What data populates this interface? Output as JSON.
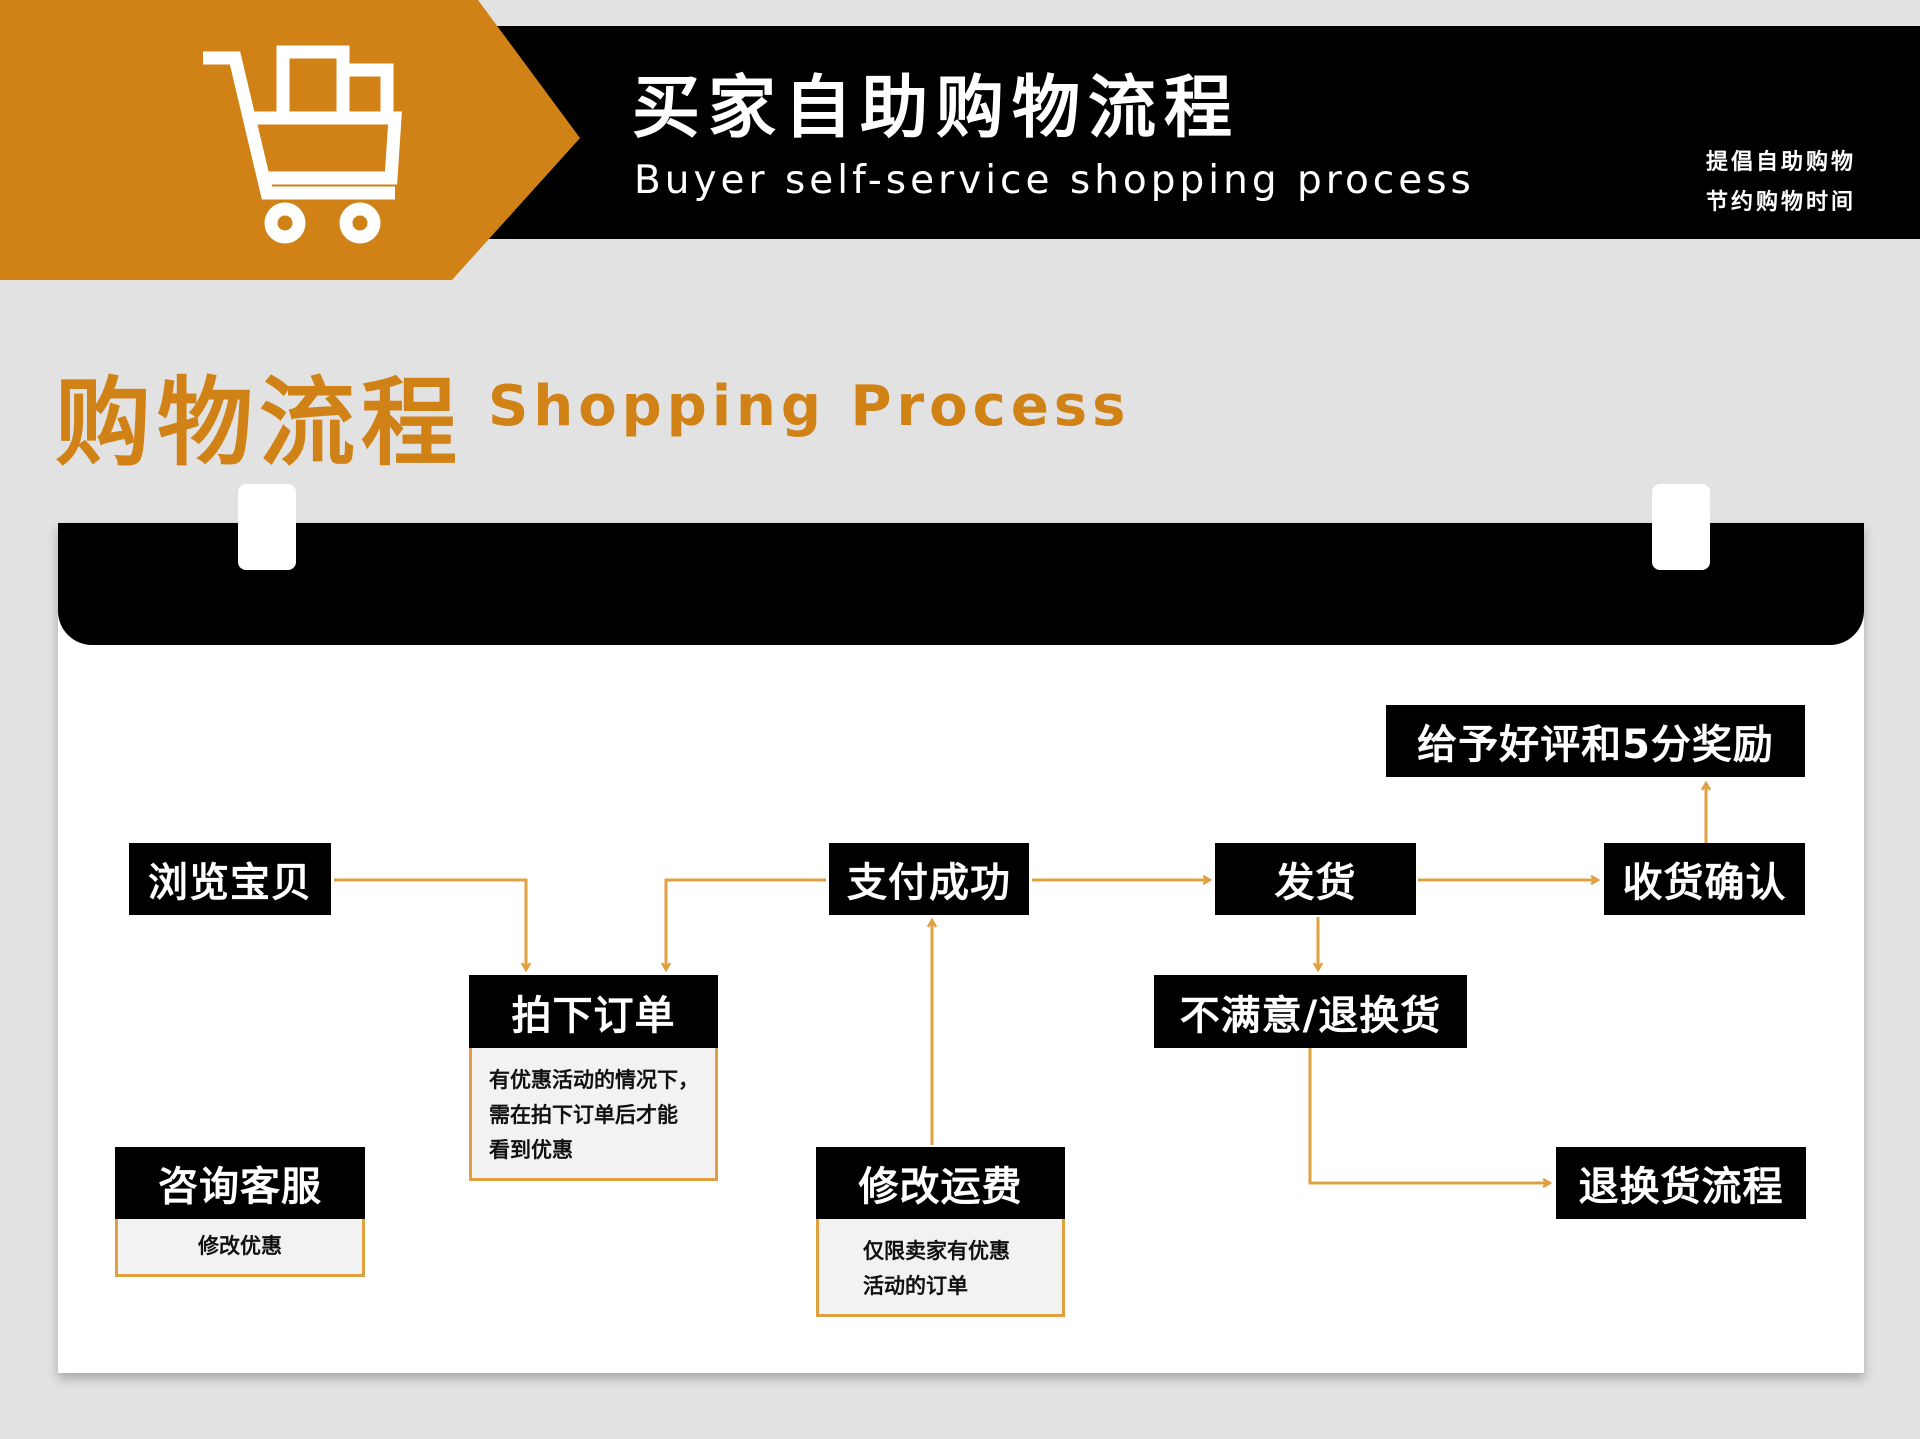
{
  "header": {
    "title_cn": "买家自助购物流程",
    "title_en": "Buyer self-service shopping process",
    "slogan_line1": "提倡自助购物",
    "slogan_line2": "节约购物时间",
    "cart_icon": "shopping-cart-icon"
  },
  "section": {
    "title_cn": "购物流程",
    "title_en": "Shopping Process"
  },
  "nodes": {
    "browse": "浏览宝贝",
    "place_order": "拍下订单",
    "pay_success": "支付成功",
    "ship": "发货",
    "confirm_receipt": "收货确认",
    "good_review": "给予好评和5分奖励",
    "unsatisfied": "不满意/退换货",
    "return_flow": "退换货流程",
    "consult_service": "咨询客服",
    "modify_shipping": "修改运费"
  },
  "notes": {
    "place_order_line1": "有优惠活动的情况下，",
    "place_order_line2": "需在拍下订单后才能",
    "place_order_line3": "看到优惠",
    "consult_service_line1": "修改优惠",
    "modify_shipping_line1": "仅限卖家有优惠",
    "modify_shipping_line2": "活动的订单"
  },
  "colors": {
    "accent": "#d08216",
    "connector": "#e0a040",
    "dark": "#000000",
    "background": "#e2e2e2"
  }
}
